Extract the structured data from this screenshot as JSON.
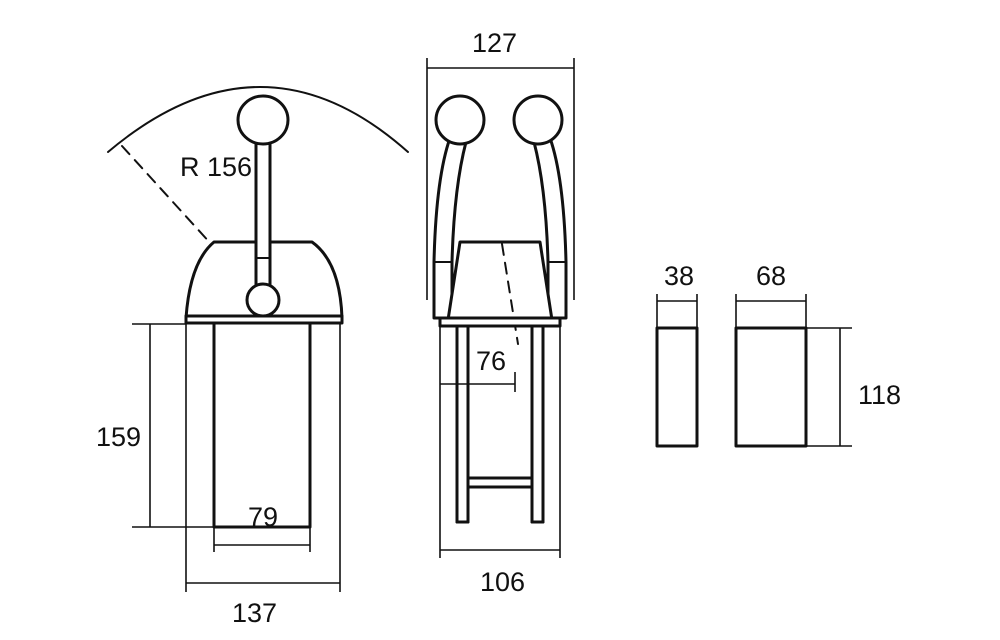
{
  "colors": {
    "ink": "#111111",
    "paper": "#ffffff"
  },
  "labels": {
    "radius": "R 156",
    "left_height": "159",
    "left_inner_width": "79",
    "left_base_width": "137",
    "mid_top_width": "127",
    "mid_inner_width": "76",
    "mid_base_width": "106",
    "right_small_width": "38",
    "right_large_width": "68",
    "right_height": "118"
  }
}
